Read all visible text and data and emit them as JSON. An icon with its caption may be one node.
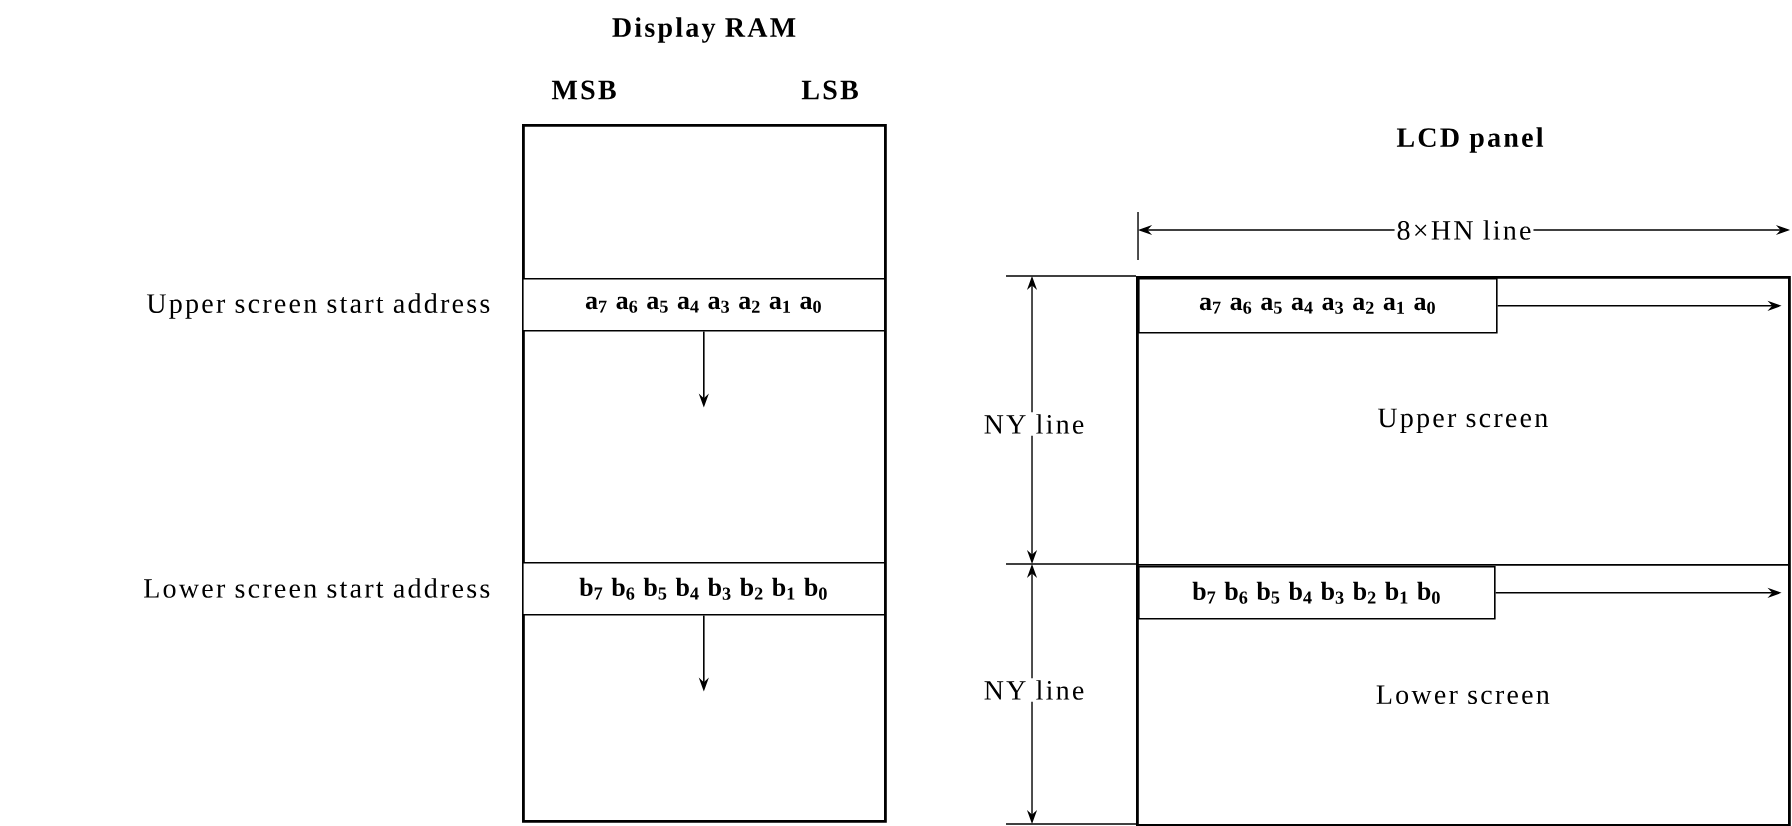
{
  "diagram": {
    "nodes": [
      {
        "text": [
          "Display RAM"
        ]
      },
      {
        "text": [
          "a$_{7}$ a$_{6}$ a$_{5}$ a$_{4}$ a$_{3}$ a$_{2}$ a$_{1}$ a$_{0}$"
        ],
        "in": 0
      },
      {
        "text": [
          "b$_{7}$ b$_{6}$ b$_{5}$ b$_{4}$ b$_{3}$ b$_{2}$ b$_{1}$ b$_{0}$"
        ],
        "in": 0
      },
      {
        "text": [
          "LCD panel"
        ]
      },
      {
        "text": [
          "Upper screen"
        ],
        "in": 3
      },
      {
        "text": [
          "a$_{7}$ a$_{6}$ a$_{5}$ a$_{4}$ a$_{3}$ a$_{2}$ a$_{1}$ a$_{0}$"
        ],
        "in": 4
      },
      {
        "text": [
          "Lower screen"
        ],
        "in": 3
      },
      {
        "text": [
          "b$_{7}$ b$_{6}$ b$_{5}$ b$_{4}$ b$_{3}$ b$_{2}$ b$_{1}$ b$_{0}$"
        ],
        "in": 6
      }
    ],
    "edges": [
      {
        "from": 1,
        "to": null,
        "arrow": "to"
      },
      {
        "from": 2,
        "to": null,
        "arrow": "to"
      },
      {
        "from": 5,
        "to": null,
        "arrow": "to"
      },
      {
        "from": 7,
        "to": null,
        "arrow": "to"
      }
    ],
    "labels": [
      "MSB",
      "LSB",
      "Upper screen start address",
      "Lower screen start address",
      "8×HN line",
      "NY line",
      "NY line"
    ]
  }
}
